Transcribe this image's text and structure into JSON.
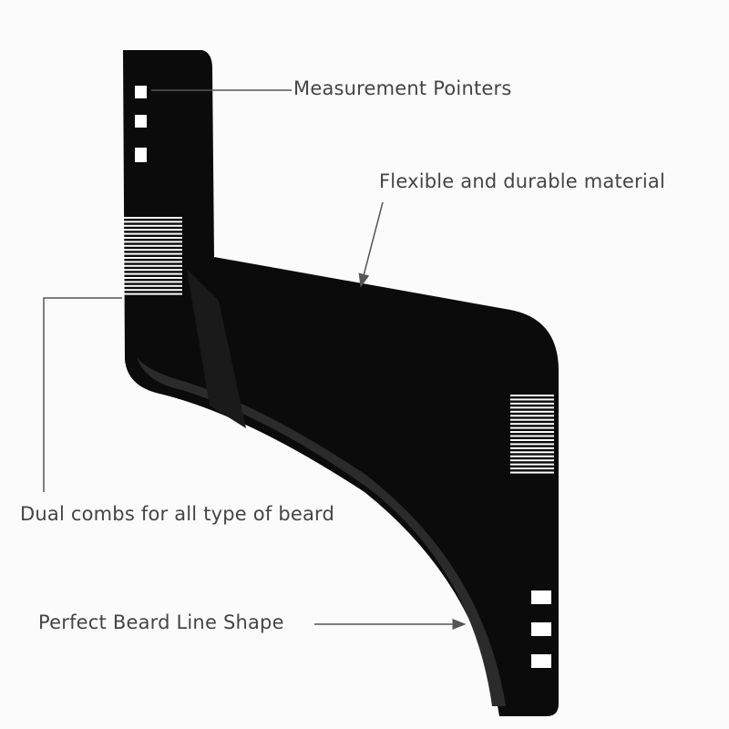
{
  "labels": {
    "measurement": "Measurement Pointers",
    "material": "Flexible and durable material",
    "combs": "Dual combs for all type of beard",
    "shape": "Perfect Beard Line Shape"
  },
  "colors": {
    "tool": "#0b0b0b",
    "tool_highlight": "#2a2a2a",
    "annotation": "#555555",
    "background": "#fbfbfb"
  }
}
